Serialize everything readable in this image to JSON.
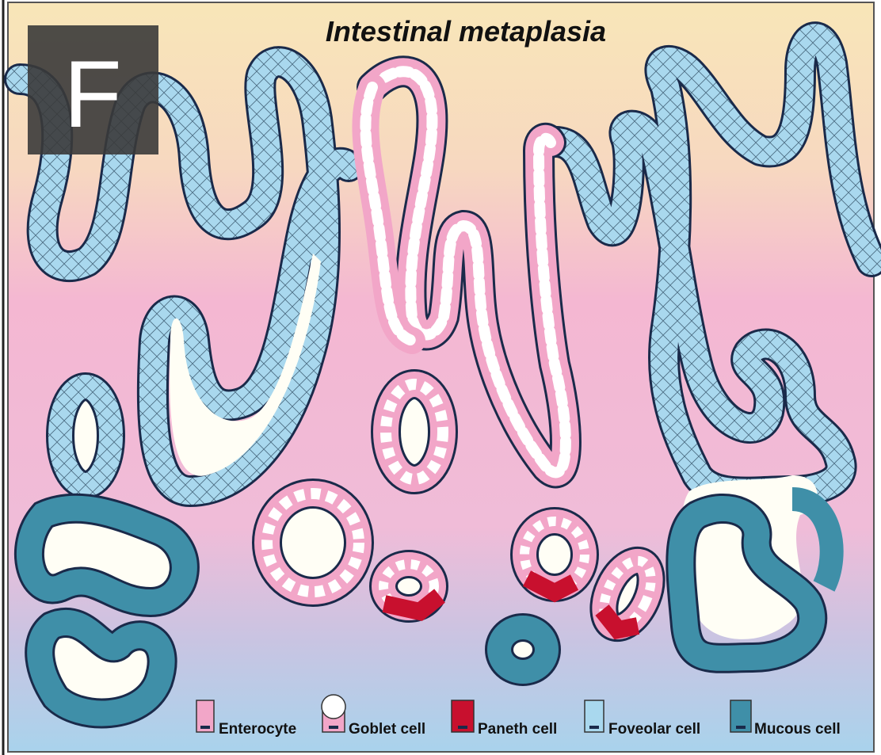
{
  "figure": {
    "panel_label": "F",
    "title": "Intestinal metaplasia"
  },
  "legend": [
    {
      "label": "Enterocyte",
      "icon": "enterocyte-icon",
      "color": "#f2a6c8"
    },
    {
      "label": "Goblet cell",
      "icon": "goblet-cell-icon",
      "color": "#ffffff"
    },
    {
      "label": "Paneth cell",
      "icon": "paneth-cell-icon",
      "color": "#c8102e"
    },
    {
      "label": "Foveolar cell",
      "icon": "foveolar-cell-icon",
      "color": "#a9d8ee"
    },
    {
      "label": "Mucous cell",
      "icon": "mucous-cell-icon",
      "color": "#3f8fa8"
    }
  ],
  "colors": {
    "background_top": "#f8e6b8",
    "background_middle": "#f4b7d2",
    "background_bottom": "#a9d3ec",
    "lumen": "#fffef5",
    "nucleus": "#1a2a4a",
    "panel_badge": "#3a3a3a"
  }
}
